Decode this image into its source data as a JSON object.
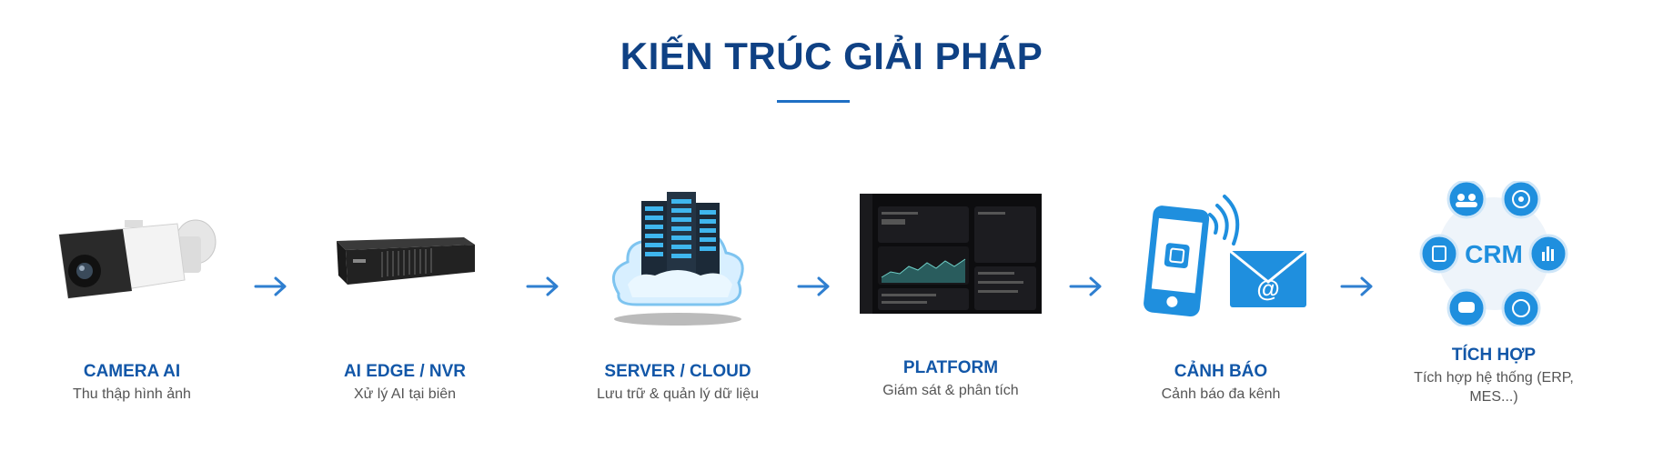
{
  "title": "KIẾN TRÚC GIẢI PHÁP",
  "steps": [
    {
      "label": "CAMERA AI",
      "desc": "Thu thập hình ảnh",
      "icon": "bullet-camera-icon"
    },
    {
      "label": "AI EDGE / NVR",
      "desc": "Xử lý AI tại biên",
      "icon": "nvr-box-icon"
    },
    {
      "label": "SERVER / CLOUD",
      "desc": "Lưu trữ & quản lý dữ liệu",
      "icon": "server-cloud-icon"
    },
    {
      "label": "PLATFORM",
      "desc": "Giám sát & phân tích",
      "icon": "dashboard-screen-icon"
    },
    {
      "label": "CẢNH BÁO",
      "desc": "Cảnh báo đa kênh",
      "icon": "phone-mail-alert-icon"
    },
    {
      "label": "TÍCH HỢP",
      "desc": "Tích hợp hệ thống (ERP, MES...)",
      "icon": "crm-hub-icon"
    }
  ],
  "crm_text": "CRM",
  "colors": {
    "title": "#0f4184",
    "label": "#1257a8",
    "accent": "#1f8fde",
    "arrow": "#2f7fd0"
  }
}
